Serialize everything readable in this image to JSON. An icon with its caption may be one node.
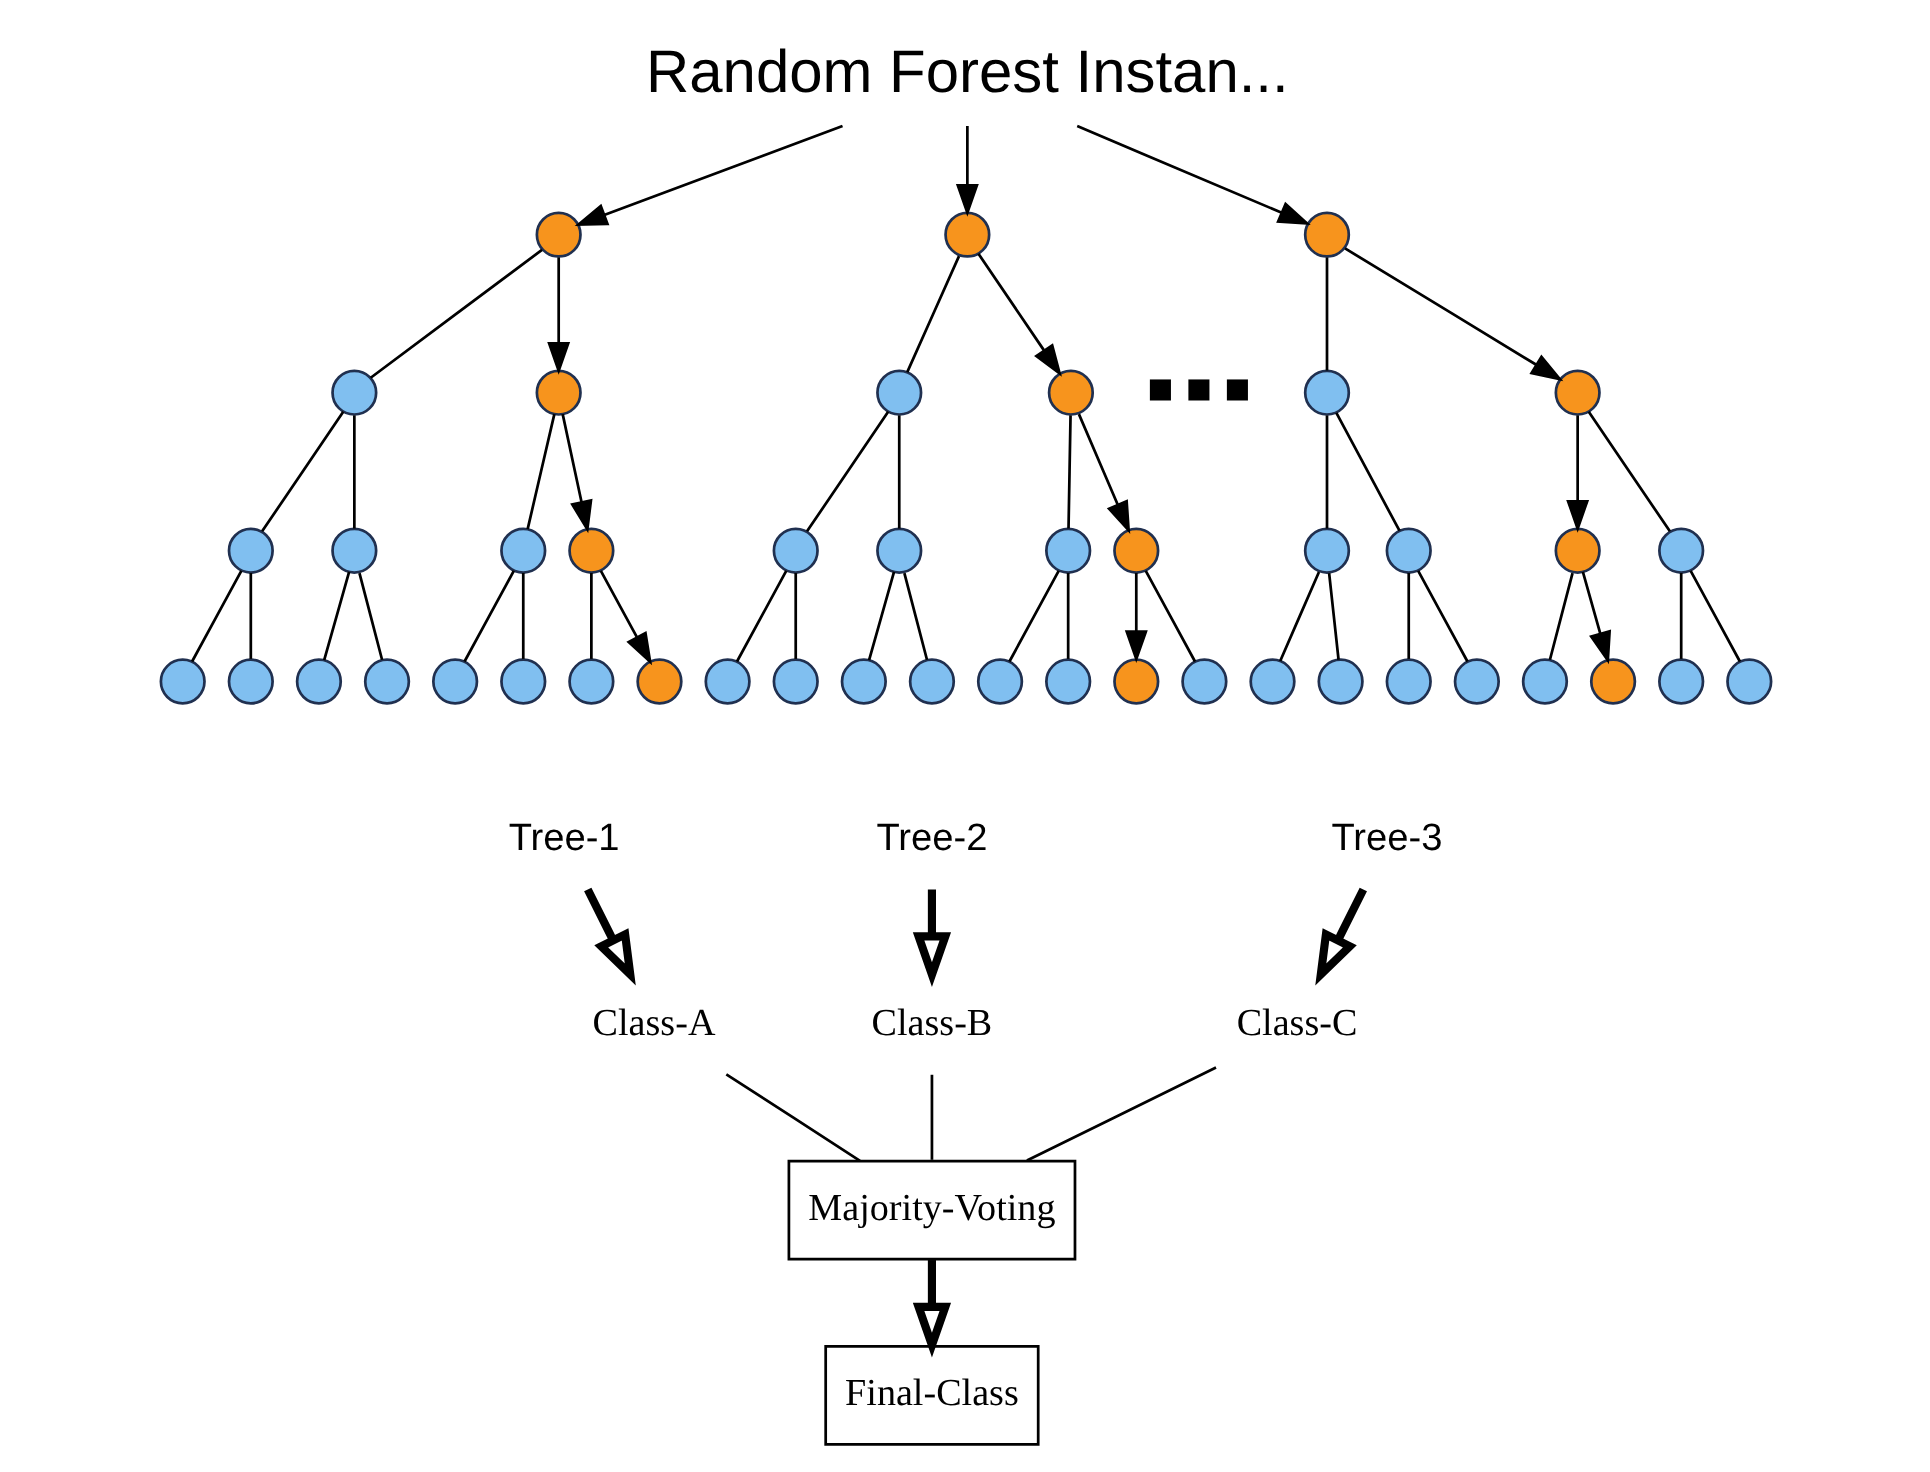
{
  "diagram": {
    "nodes": [
      {
        "text": [
          "Random Forest Instan..."
        ]
      },
      {
        "text": [],
        "shape": "circle"
      },
      {
        "text": [],
        "shape": "circle"
      },
      {
        "text": [],
        "shape": "circle"
      },
      {
        "text": [],
        "shape": "circle"
      },
      {
        "text": [],
        "shape": "circle"
      },
      {
        "text": [],
        "shape": "circle"
      },
      {
        "text": [],
        "shape": "circle"
      },
      {
        "text": [],
        "shape": "circle"
      },
      {
        "text": [],
        "shape": "circle"
      },
      {
        "text": [],
        "shape": "circle"
      },
      {
        "text": [],
        "shape": "circle"
      },
      {
        "text": [],
        "shape": "circle"
      },
      {
        "text": [],
        "shape": "circle"
      },
      {
        "text": [],
        "shape": "circle"
      },
      {
        "text": [],
        "shape": "circle"
      },
      {
        "text": [],
        "shape": "circle"
      },
      {
        "text": [],
        "shape": "circle"
      },
      {
        "text": [],
        "shape": "circle"
      },
      {
        "text": [],
        "shape": "circle"
      },
      {
        "text": [],
        "shape": "circle"
      },
      {
        "text": [],
        "shape": "circle"
      },
      {
        "text": [],
        "shape": "circle"
      },
      {
        "text": [],
        "shape": "circle"
      },
      {
        "text": [],
        "shape": "circle"
      },
      {
        "text": [],
        "shape": "circle"
      },
      {
        "text": [],
        "shape": "circle"
      },
      {
        "text": [],
        "shape": "circle"
      },
      {
        "text": [],
        "shape": "circle"
      },
      {
        "text": [],
        "shape": "circle"
      },
      {
        "text": [],
        "shape": "circle"
      },
      {
        "text": [],
        "shape": "circle"
      },
      {
        "text": [],
        "shape": "circle"
      },
      {
        "text": [],
        "shape": "circle"
      },
      {
        "text": [],
        "shape": "circle"
      },
      {
        "text": [],
        "shape": "circle"
      },
      {
        "text": [],
        "shape": "circle"
      },
      {
        "text": [],
        "shape": "circle"
      },
      {
        "text": [],
        "shape": "circle"
      },
      {
        "text": [],
        "shape": "circle"
      },
      {
        "text": [],
        "shape": "circle"
      },
      {
        "text": [],
        "shape": "circle"
      },
      {
        "text": [],
        "shape": "circle"
      },
      {
        "text": [],
        "shape": "circle"
      },
      {
        "text": [],
        "shape": "circle"
      },
      {
        "text": [],
        "shape": "circle"
      },
      {
        "text": [
          "Tree-1"
        ]
      },
      {
        "text": [
          "Tree-2"
        ]
      },
      {
        "text": [
          "Tree-3"
        ]
      },
      {
        "text": [
          "Class-A"
        ]
      },
      {
        "text": [
          "Class-B"
        ]
      },
      {
        "text": [
          "Class-C"
        ]
      },
      {
        "text": [
          "Majority-Voting"
        ]
      },
      {
        "text": [
          "Final-Class"
        ]
      }
    ],
    "edges": [
      {
        "from": 0,
        "to": 1,
        "arrow": "to"
      },
      {
        "from": 0,
        "to": 16,
        "arrow": "to"
      },
      {
        "from": 0,
        "to": 31,
        "arrow": "to"
      },
      {
        "from": 1,
        "to": 2,
        "arrow": "none"
      },
      {
        "from": 1,
        "to": 3,
        "arrow": "to"
      },
      {
        "from": 2,
        "to": 4,
        "arrow": "none"
      },
      {
        "from": 2,
        "to": 5,
        "arrow": "none"
      },
      {
        "from": 3,
        "to": 6,
        "arrow": "none"
      },
      {
        "from": 3,
        "to": 7,
        "arrow": "to"
      },
      {
        "from": 4,
        "to": 8,
        "arrow": "none"
      },
      {
        "from": 4,
        "to": 9,
        "arrow": "none"
      },
      {
        "from": 5,
        "to": 10,
        "arrow": "none"
      },
      {
        "from": 5,
        "to": 11,
        "arrow": "none"
      },
      {
        "from": 6,
        "to": 12,
        "arrow": "none"
      },
      {
        "from": 6,
        "to": 13,
        "arrow": "none"
      },
      {
        "from": 7,
        "to": 14,
        "arrow": "none"
      },
      {
        "from": 7,
        "to": 15,
        "arrow": "to"
      },
      {
        "from": 16,
        "to": 17,
        "arrow": "none"
      },
      {
        "from": 16,
        "to": 18,
        "arrow": "to"
      },
      {
        "from": 17,
        "to": 19,
        "arrow": "none"
      },
      {
        "from": 17,
        "to": 20,
        "arrow": "none"
      },
      {
        "from": 18,
        "to": 21,
        "arrow": "none"
      },
      {
        "from": 18,
        "to": 22,
        "arrow": "to"
      },
      {
        "from": 19,
        "to": 23,
        "arrow": "none"
      },
      {
        "from": 19,
        "to": 24,
        "arrow": "none"
      },
      {
        "from": 20,
        "to": 25,
        "arrow": "none"
      },
      {
        "from": 20,
        "to": 26,
        "arrow": "none"
      },
      {
        "from": 21,
        "to": 27,
        "arrow": "none"
      },
      {
        "from": 21,
        "to": 28,
        "arrow": "none"
      },
      {
        "from": 22,
        "to": 29,
        "arrow": "to"
      },
      {
        "from": 22,
        "to": 30,
        "arrow": "none"
      },
      {
        "from": 31,
        "to": 32,
        "arrow": "none"
      },
      {
        "from": 31,
        "to": 33,
        "arrow": "to"
      },
      {
        "from": 32,
        "to": 34,
        "arrow": "none"
      },
      {
        "from": 32,
        "to": 35,
        "arrow": "none"
      },
      {
        "from": 33,
        "to": 36,
        "arrow": "to"
      },
      {
        "from": 33,
        "to": 37,
        "arrow": "none"
      },
      {
        "from": 34,
        "to": 38,
        "arrow": "none"
      },
      {
        "from": 34,
        "to": 39,
        "arrow": "none"
      },
      {
        "from": 35,
        "to": 40,
        "arrow": "none"
      },
      {
        "from": 35,
        "to": 41,
        "arrow": "none"
      },
      {
        "from": 36,
        "to": 42,
        "arrow": "none"
      },
      {
        "from": 36,
        "to": 43,
        "arrow": "to"
      },
      {
        "from": 37,
        "to": 44,
        "arrow": "none"
      },
      {
        "from": 37,
        "to": 45,
        "arrow": "none"
      },
      {
        "from": 46,
        "to": 49,
        "arrow": "to",
        "style": "thick"
      },
      {
        "from": 47,
        "to": 50,
        "arrow": "to",
        "style": "thick"
      },
      {
        "from": 48,
        "to": 51,
        "arrow": "to",
        "style": "thick"
      },
      {
        "from": 49,
        "to": 52,
        "arrow": "none"
      },
      {
        "from": 50,
        "to": 52,
        "arrow": "none"
      },
      {
        "from": 51,
        "to": 52,
        "arrow": "none"
      },
      {
        "from": 52,
        "to": 53,
        "arrow": "to",
        "style": "thick"
      }
    ],
    "labels": [
      "■ ■ ■"
    ]
  }
}
